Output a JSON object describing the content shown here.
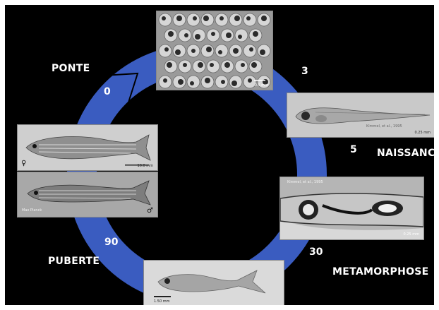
{
  "stages": {
    "ponte": "PONTE",
    "naissance": "NAISSANCE",
    "metamorphose": "METAMORPHOSE",
    "puberte": "PUBERTE"
  },
  "days": {
    "d0": "0",
    "d3": "3",
    "d5": "5",
    "d30": "30",
    "d90": "90"
  },
  "photos": {
    "eggs": {
      "scale": "0.5 mm"
    },
    "larva": {
      "credit": "Kimmel, et al., 1995",
      "scale": "0.25 mm"
    },
    "metamorph": {
      "credit": "Kimmel, et al., 1995",
      "scale": "0.25 mm"
    },
    "juvenile": {
      "scale": "1.50 mm"
    },
    "female": {
      "sex": "♀",
      "scale": "10.0 mm"
    },
    "male": {
      "sex": "♂",
      "credit": "Max Planck"
    }
  },
  "colors": {
    "ring": "#3a5cc0",
    "background": "#000000",
    "text": "#ffffff"
  }
}
